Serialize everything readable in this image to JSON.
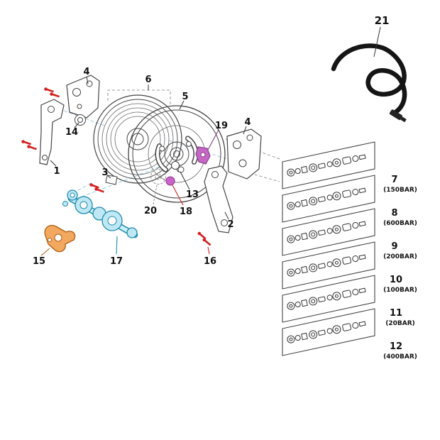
{
  "diagram": {
    "callouts": {
      "n1": "1",
      "n2": "2",
      "n3": "3",
      "n4_left": "4",
      "n4_right": "4",
      "n5": "5",
      "n6": "6",
      "n13": "13",
      "n14": "14",
      "n15": "15",
      "n16": "16",
      "n17": "17",
      "n18": "18",
      "n19": "19",
      "n20": "20",
      "n21": "21"
    },
    "kits": [
      {
        "num": "7",
        "pressure": "(150BAR)"
      },
      {
        "num": "8",
        "pressure": "(600BAR)"
      },
      {
        "num": "9",
        "pressure": "(200BAR)"
      },
      {
        "num": "10",
        "pressure": "(100BAR)"
      },
      {
        "num": "11",
        "pressure": "(20BAR)"
      },
      {
        "num": "12",
        "pressure": "(400BAR)"
      }
    ],
    "colors": {
      "line": "#444444",
      "cyan": "#1d8cae",
      "orange": "#b05e14",
      "magenta": "#8a3b8a",
      "red": "#d42020"
    }
  }
}
